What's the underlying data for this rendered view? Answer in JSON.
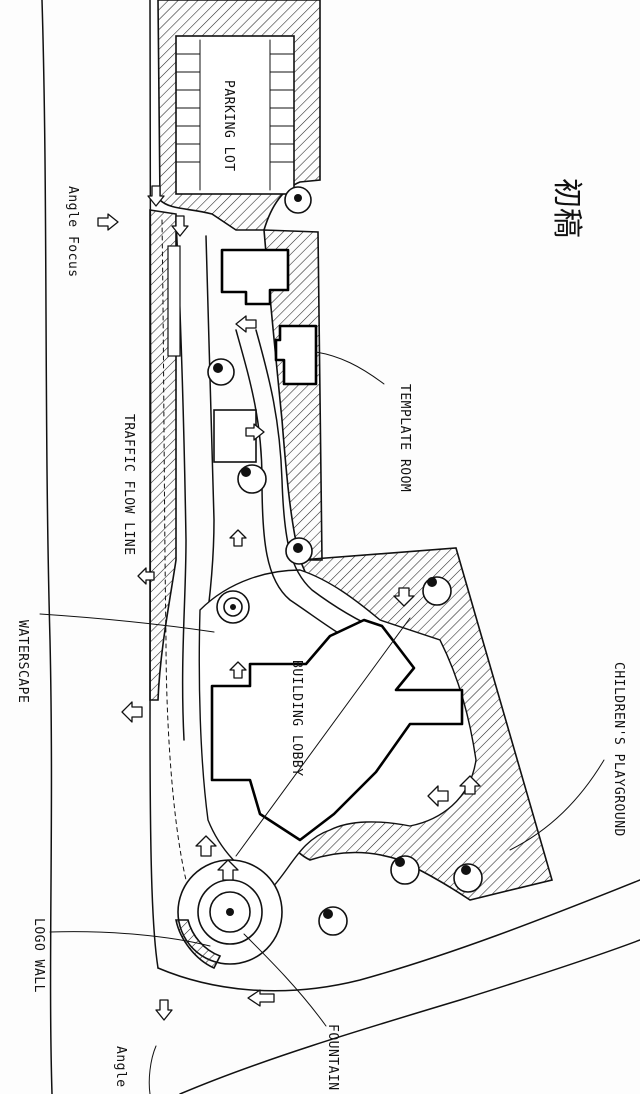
{
  "title": "初稿",
  "labels": {
    "parking_lot": "PARKING LOT",
    "angle_focus": "Angle Focus",
    "template_room": "TEMPLATE ROOM",
    "traffic_flow_line": "TRAFFIC FLOW LINE",
    "waterscape": "WATERSCAPE",
    "building_lobby": "BUILDING LOBBY",
    "childrens_playground": "CHILDREN'S PLAYGROUND",
    "logo_wall": "LOGO WALL",
    "angle": "Angle",
    "fountain": "FOUNTAIN"
  }
}
